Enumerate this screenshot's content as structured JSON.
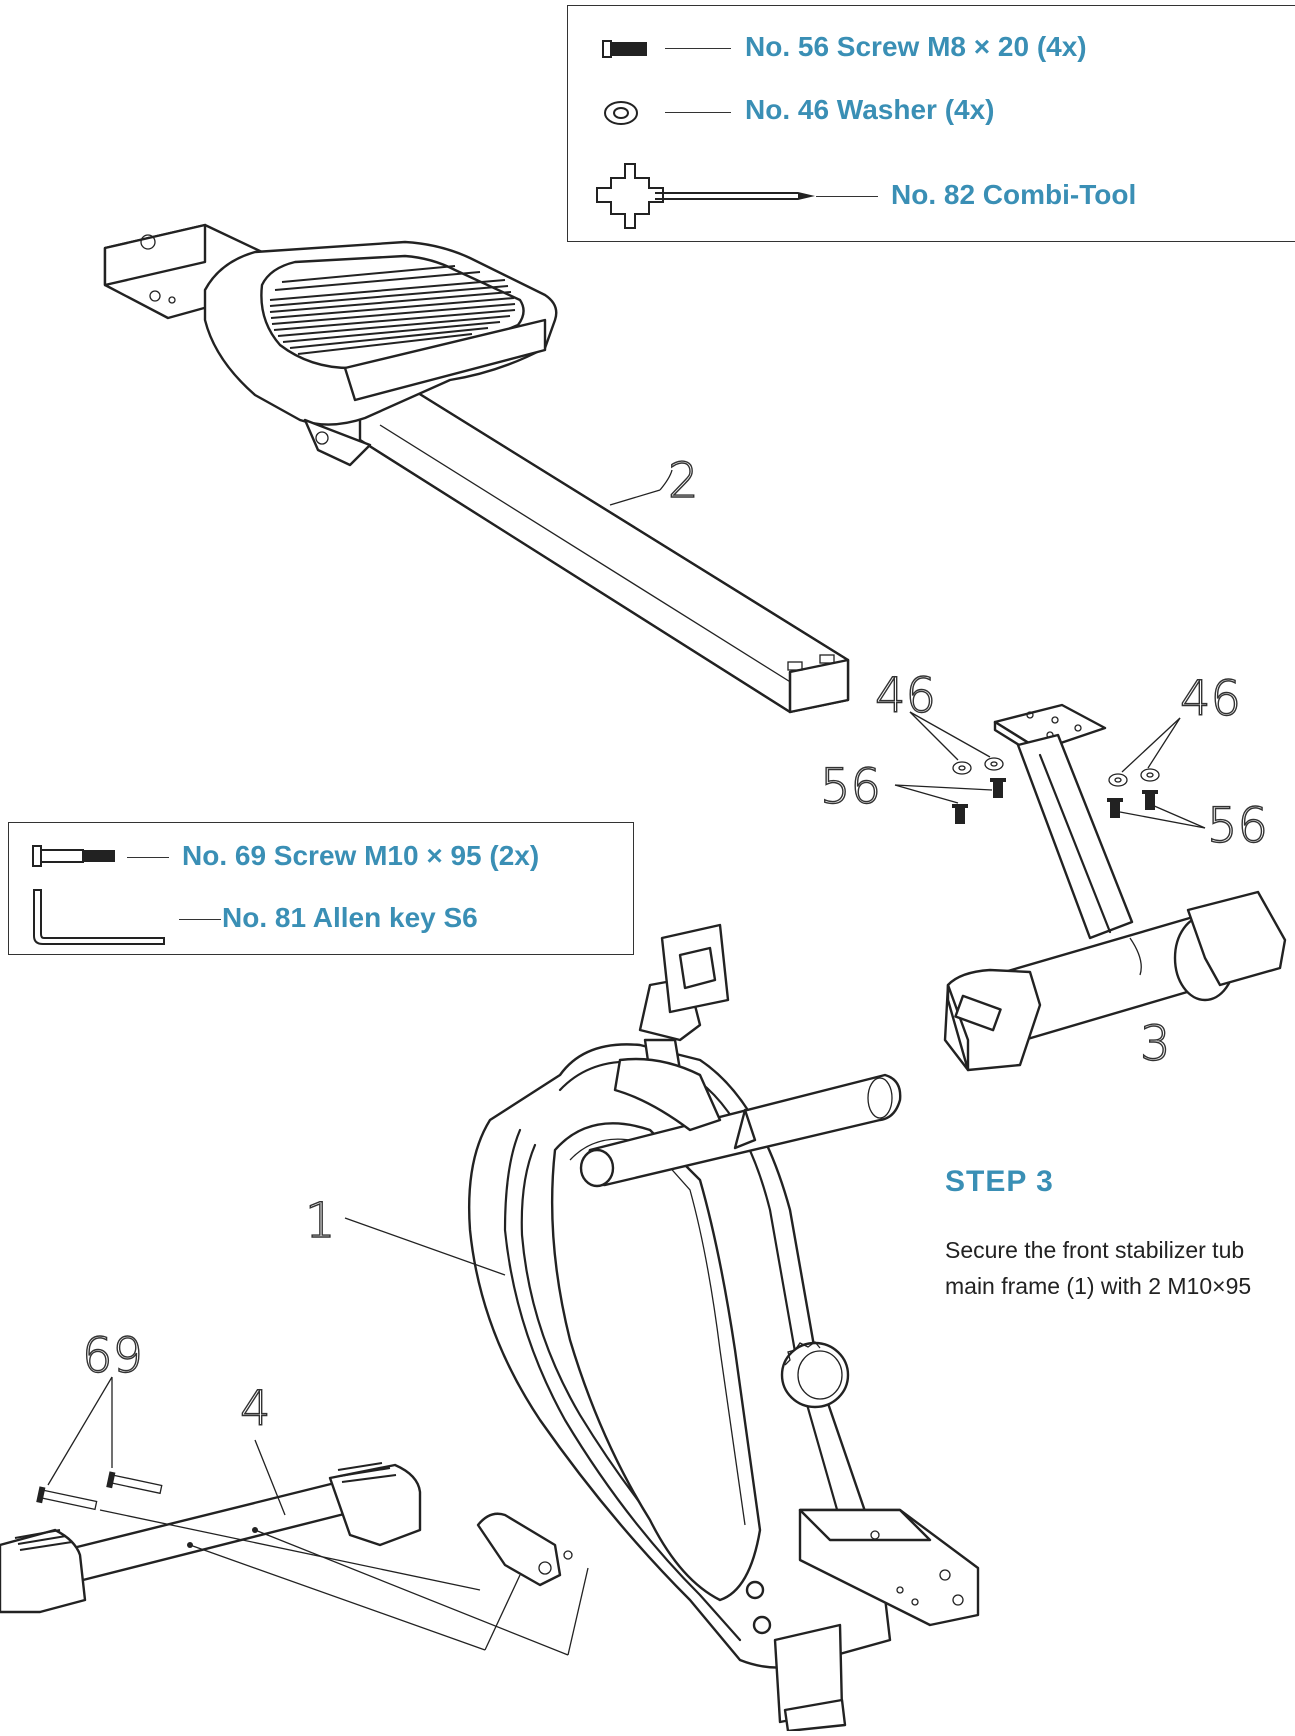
{
  "legend_top": {
    "items": [
      {
        "label": "No. 56 Screw M8 × 20 (4x)",
        "icon": "screw-icon"
      },
      {
        "label": "No. 46 Washer (4x)",
        "icon": "washer-icon"
      },
      {
        "label": "No. 82 Combi-Tool",
        "icon": "combi-tool-icon"
      }
    ]
  },
  "legend_left": {
    "items": [
      {
        "label": "No. 69 Screw M10 × 95 (2x)",
        "icon": "long-screw-icon"
      },
      {
        "label": "No. 81 Allen key S6",
        "icon": "allen-key-icon"
      }
    ]
  },
  "callouts": {
    "part_2": "2",
    "part_3": "3",
    "part_1": "1",
    "part_4": "4",
    "washer_left": "46",
    "washer_right": "46",
    "screw_left": "56",
    "screw_right": "56",
    "screw_69": "69"
  },
  "step": {
    "title": "STEP 3",
    "line1": "Secure the front stabilizer tub",
    "line2": "main frame (1) with 2 M10×95"
  },
  "colors": {
    "accent": "#3a8fb5",
    "line": "#222222"
  }
}
